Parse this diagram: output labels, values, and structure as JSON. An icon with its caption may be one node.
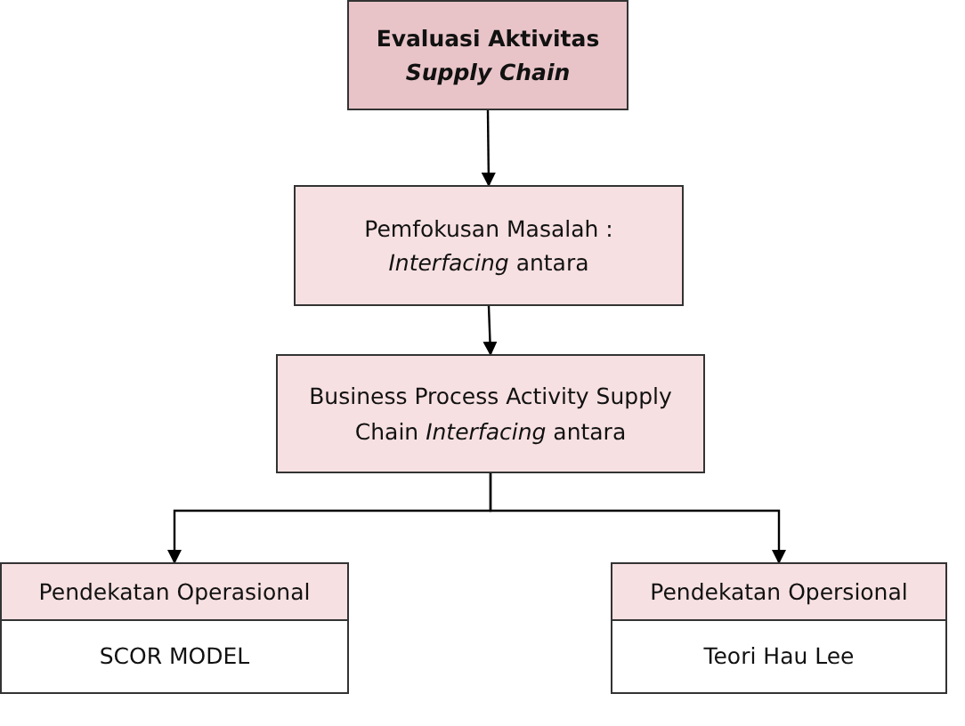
{
  "diagram": {
    "nodes": [
      {
        "text": [
          "Evaluasi Aktivitas",
          "Supply Chain"
        ]
      },
      {
        "text": [
          "Pemfokusan Masalah : *Interfacing* antara"
        ]
      },
      {
        "text": [
          "Business Process Activity Supply Chain *Interfacing* antara"
        ]
      },
      {
        "text": [
          "Pendekatan Operasional"
        ]
      },
      {
        "text": [
          "SCOR MODEL"
        ]
      },
      {
        "text": [
          "Pendekatan Opersional"
        ]
      },
      {
        "text": [
          "Teori Hau Lee"
        ]
      }
    ],
    "edges": [
      {
        "from": 0,
        "to": 1,
        "arrow": "to"
      },
      {
        "from": 1,
        "to": 2,
        "arrow": "to"
      },
      {
        "from": 2,
        "to": 3,
        "arrow": "to"
      },
      {
        "from": 2,
        "to": 5,
        "arrow": "to"
      }
    ]
  }
}
